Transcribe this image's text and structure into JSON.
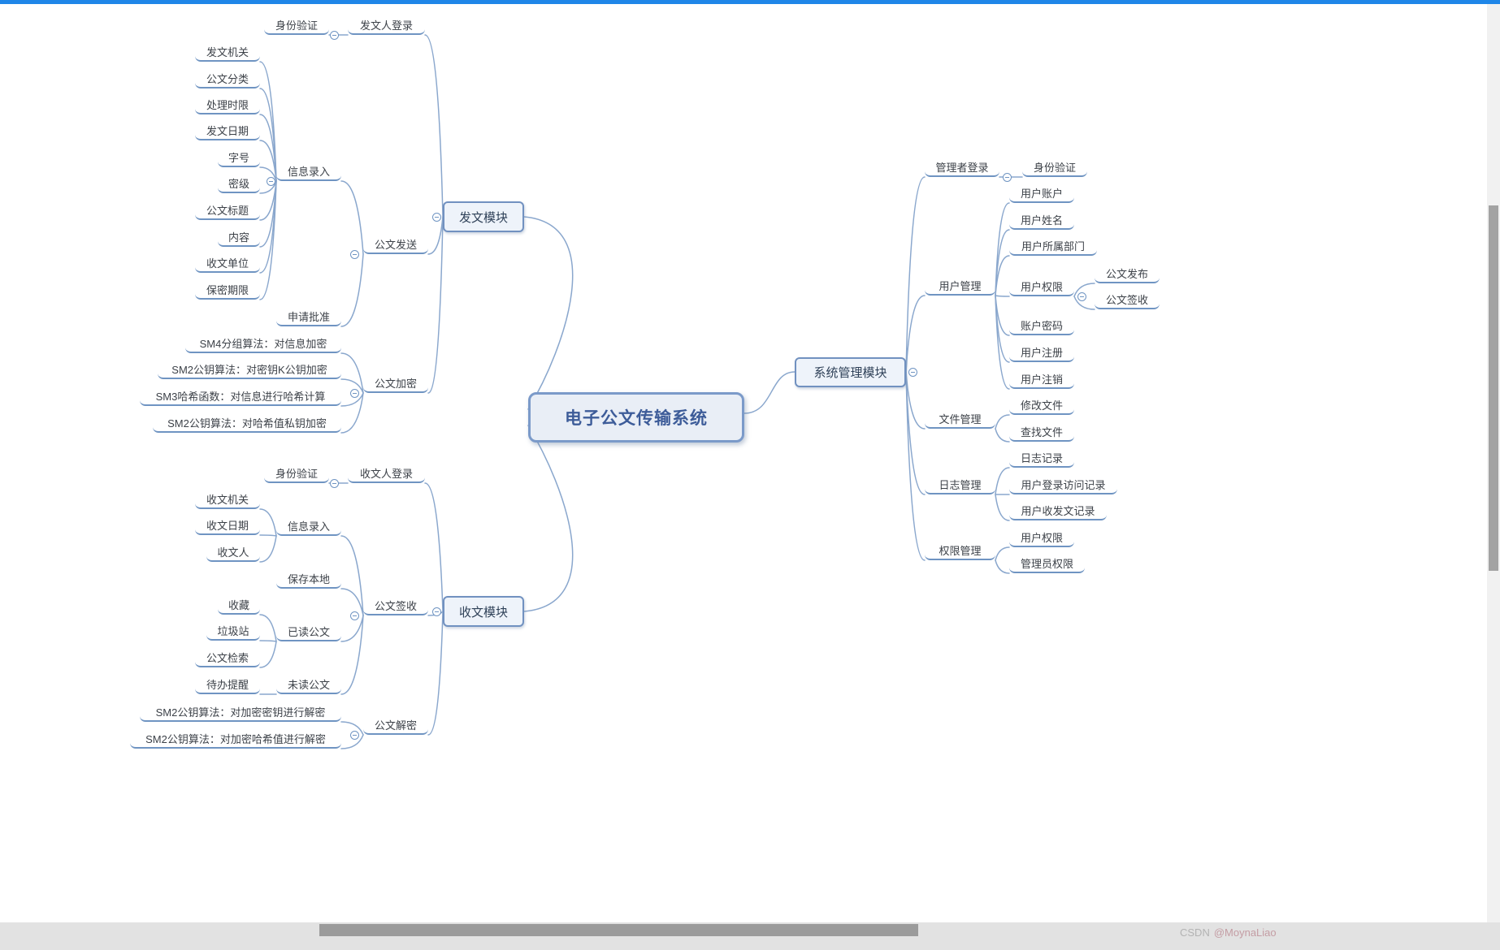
{
  "chrome": {
    "watermark": {
      "prefix": "CSDN",
      "user": "@MoynaLiao"
    }
  },
  "colors": {
    "accent": "#1f86e8",
    "line": "#8aa7cd",
    "underline": "#6f94c2",
    "main_border": "#7191c0",
    "main_fill": "#eef3fa",
    "root_border": "#7b9ac9",
    "root_fill": "#e9eef6",
    "root_text": "#3d5c99"
  },
  "mindmap": {
    "title": "电子公文传输系统",
    "nodes": [
      {
        "id": "root",
        "label": "电子公文传输系统",
        "parent": null
      },
      {
        "id": "fw",
        "label": "发文模块",
        "parent": "root"
      },
      {
        "id": "fw_login",
        "label": "发文人登录",
        "parent": "fw"
      },
      {
        "id": "fw_idv",
        "label": "身份验证",
        "parent": "fw_login"
      },
      {
        "id": "fw_send",
        "label": "公文发送",
        "parent": "fw"
      },
      {
        "id": "fw_info",
        "label": "信息录入",
        "parent": "fw_send"
      },
      {
        "id": "fw_org",
        "label": "发文机关",
        "parent": "fw_info"
      },
      {
        "id": "fw_class",
        "label": "公文分类",
        "parent": "fw_info"
      },
      {
        "id": "fw_limit",
        "label": "处理时限",
        "parent": "fw_info"
      },
      {
        "id": "fw_date",
        "label": "发文日期",
        "parent": "fw_info"
      },
      {
        "id": "fw_size",
        "label": "字号",
        "parent": "fw_info"
      },
      {
        "id": "fw_sec",
        "label": "密级",
        "parent": "fw_info"
      },
      {
        "id": "fw_title",
        "label": "公文标题",
        "parent": "fw_info"
      },
      {
        "id": "fw_content",
        "label": "内容",
        "parent": "fw_info"
      },
      {
        "id": "fw_unit",
        "label": "收文单位",
        "parent": "fw_info"
      },
      {
        "id": "fw_period",
        "label": "保密期限",
        "parent": "fw_info"
      },
      {
        "id": "fw_approve",
        "label": "申请批准",
        "parent": "fw_send"
      },
      {
        "id": "fw_enc",
        "label": "公文加密",
        "parent": "fw"
      },
      {
        "id": "enc1",
        "label": "SM4分组算法：对信息加密",
        "parent": "fw_enc"
      },
      {
        "id": "enc2",
        "label": "SM2公钥算法：对密钥K公钥加密",
        "parent": "fw_enc"
      },
      {
        "id": "enc3",
        "label": "SM3哈希函数：对信息进行哈希计算",
        "parent": "fw_enc"
      },
      {
        "id": "enc4",
        "label": "SM2公钥算法：对哈希值私钥加密",
        "parent": "fw_enc"
      },
      {
        "id": "sw",
        "label": "收文模块",
        "parent": "root"
      },
      {
        "id": "sw_login",
        "label": "收文人登录",
        "parent": "sw"
      },
      {
        "id": "sw_idv",
        "label": "身份验证",
        "parent": "sw_login"
      },
      {
        "id": "sw_sign",
        "label": "公文签收",
        "parent": "sw"
      },
      {
        "id": "sw_info",
        "label": "信息录入",
        "parent": "sw_sign"
      },
      {
        "id": "sw_org",
        "label": "收文机关",
        "parent": "sw_info"
      },
      {
        "id": "sw_date",
        "label": "收文日期",
        "parent": "sw_info"
      },
      {
        "id": "sw_person",
        "label": "收文人",
        "parent": "sw_info"
      },
      {
        "id": "sw_save",
        "label": "保存本地",
        "parent": "sw_sign"
      },
      {
        "id": "sw_read",
        "label": "已读公文",
        "parent": "sw_sign"
      },
      {
        "id": "sw_fav",
        "label": "收藏",
        "parent": "sw_read"
      },
      {
        "id": "sw_trash",
        "label": "垃圾站",
        "parent": "sw_read"
      },
      {
        "id": "sw_search",
        "label": "公文检索",
        "parent": "sw_read"
      },
      {
        "id": "sw_unread",
        "label": "未读公文",
        "parent": "sw_sign"
      },
      {
        "id": "sw_todo",
        "label": "待办提醒",
        "parent": "sw_unread"
      },
      {
        "id": "sw_dec",
        "label": "公文解密",
        "parent": "sw"
      },
      {
        "id": "dec1",
        "label": "SM2公钥算法：对加密密钥进行解密",
        "parent": "sw_dec"
      },
      {
        "id": "dec2",
        "label": "SM2公钥算法：对加密哈希值进行解密",
        "parent": "sw_dec"
      },
      {
        "id": "sys",
        "label": "系统管理模块",
        "parent": "root"
      },
      {
        "id": "sys_login",
        "label": "管理者登录",
        "parent": "sys"
      },
      {
        "id": "sys_idv",
        "label": "身份验证",
        "parent": "sys_login"
      },
      {
        "id": "sys_user",
        "label": "用户管理",
        "parent": "sys"
      },
      {
        "id": "u_acct",
        "label": "用户账户",
        "parent": "sys_user"
      },
      {
        "id": "u_name",
        "label": "用户姓名",
        "parent": "sys_user"
      },
      {
        "id": "u_dept",
        "label": "用户所属部门",
        "parent": "sys_user"
      },
      {
        "id": "u_perm",
        "label": "用户权限",
        "parent": "sys_user"
      },
      {
        "id": "u_pub",
        "label": "公文发布",
        "parent": "u_perm"
      },
      {
        "id": "u_sign",
        "label": "公文签收",
        "parent": "u_perm"
      },
      {
        "id": "u_pwd",
        "label": "账户密码",
        "parent": "sys_user"
      },
      {
        "id": "u_reg",
        "label": "用户注册",
        "parent": "sys_user"
      },
      {
        "id": "u_unreg",
        "label": "用户注销",
        "parent": "sys_user"
      },
      {
        "id": "sys_file",
        "label": "文件管理",
        "parent": "sys"
      },
      {
        "id": "f_mod",
        "label": "修改文件",
        "parent": "sys_file"
      },
      {
        "id": "f_find",
        "label": "查找文件",
        "parent": "sys_file"
      },
      {
        "id": "sys_log",
        "label": "日志管理",
        "parent": "sys"
      },
      {
        "id": "l_rec",
        "label": "日志记录",
        "parent": "sys_log"
      },
      {
        "id": "l_login",
        "label": "用户登录访问记录",
        "parent": "sys_log"
      },
      {
        "id": "l_sendrecv",
        "label": "用户收发文记录",
        "parent": "sys_log"
      },
      {
        "id": "sys_perm",
        "label": "权限管理",
        "parent": "sys"
      },
      {
        "id": "p_user",
        "label": "用户权限",
        "parent": "sys_perm"
      },
      {
        "id": "p_admin",
        "label": "管理员权限",
        "parent": "sys_perm"
      }
    ]
  }
}
